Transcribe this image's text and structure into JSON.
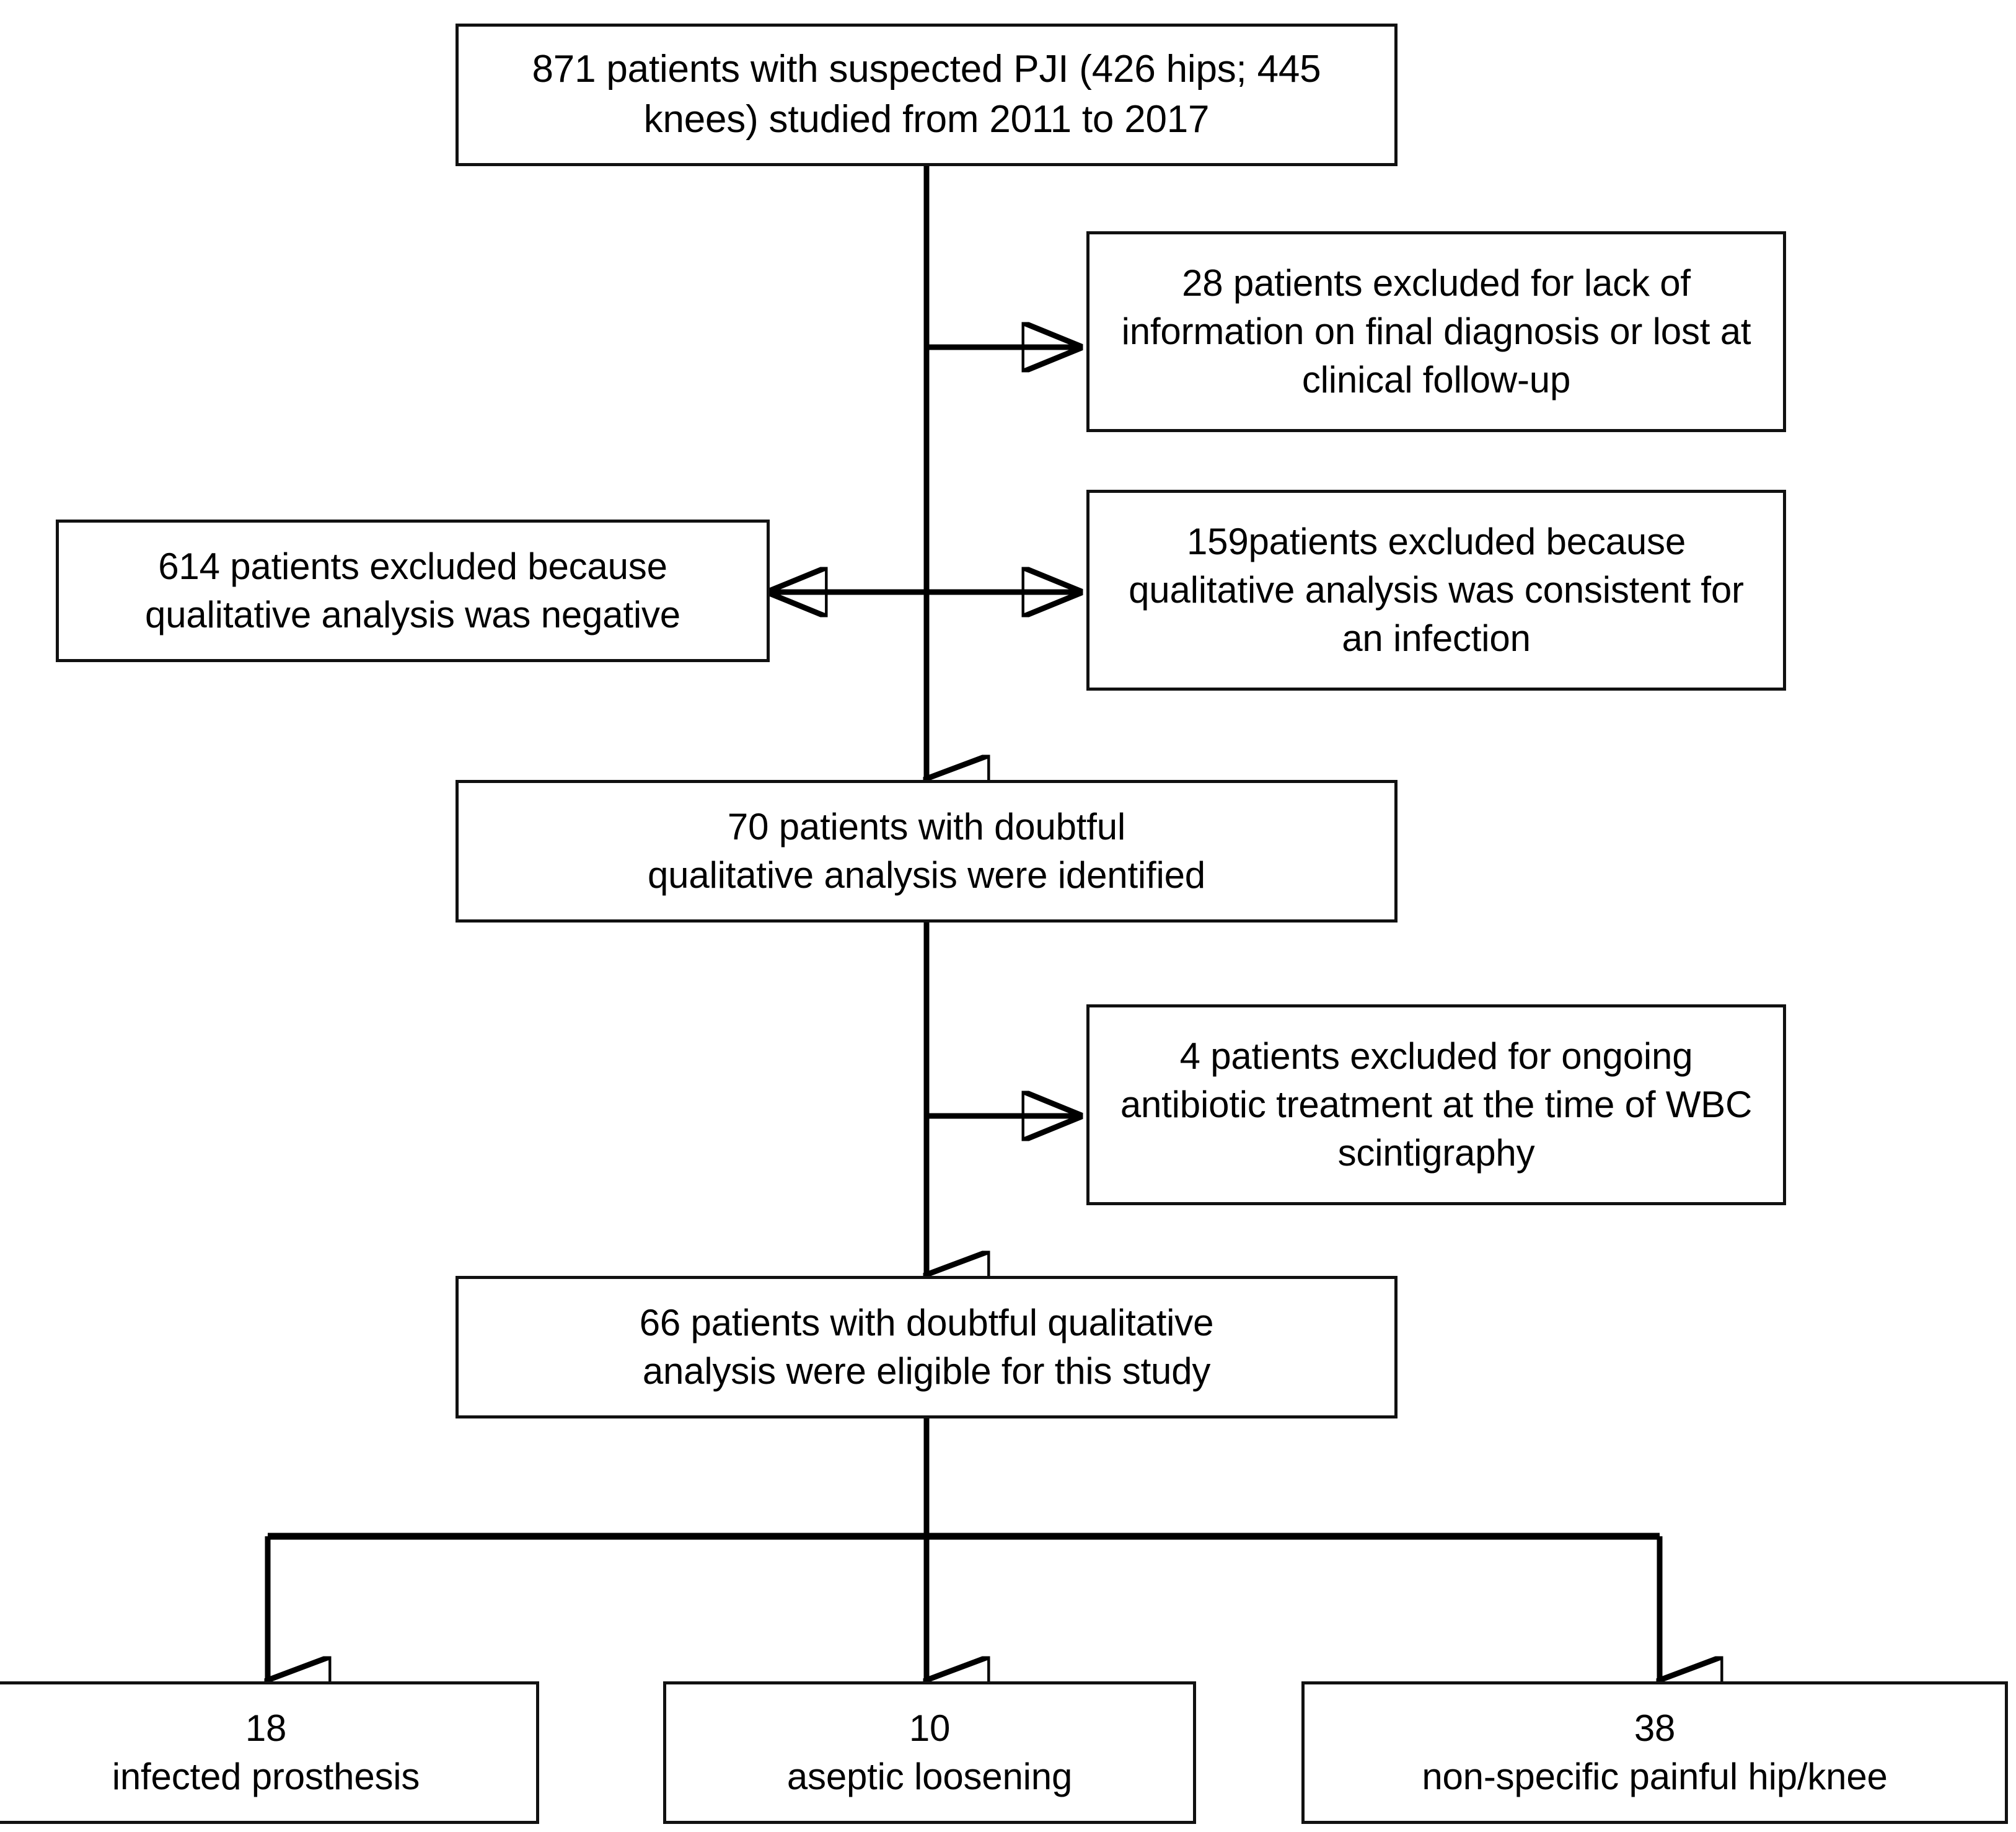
{
  "diagram": {
    "type": "flowchart",
    "title": "Patient selection flow for suspected PJI study",
    "orientation": "top-to-bottom",
    "accent_color": "#000000",
    "box_border_color": "#111111",
    "background_color": "#ffffff",
    "nodes": [
      {
        "id": "cohort",
        "role": "start",
        "text": "871 patients with suspected PJI (426 hips; 445 knees) studied from 2011 to 2017",
        "count": 871
      },
      {
        "id": "excl_info",
        "role": "exclusion",
        "text": "28 patients excluded for lack of information on final diagnosis or lost at clinical follow-up",
        "count": 28
      },
      {
        "id": "excl_negative",
        "role": "exclusion",
        "text": "614 patients excluded  because qualitative analysis was negative",
        "count": 614
      },
      {
        "id": "excl_infection",
        "role": "exclusion",
        "text": "159patients excluded  because qualitative analysis was consistent for an infection",
        "count": 159
      },
      {
        "id": "doubtful_identified",
        "role": "stage",
        "text": "70 patients with doubtful\nqualitative analysis were identified",
        "count": 70
      },
      {
        "id": "excl_antibiotic",
        "role": "exclusion",
        "text": "4 patients excluded  for ongoing antibiotic treatment at the time of WBC scintigraphy",
        "count": 4
      },
      {
        "id": "eligible",
        "role": "stage",
        "text": "66 patients with doubtful qualitative\nanalysis were eligible for this study",
        "count": 66
      },
      {
        "id": "outcome_infected",
        "role": "outcome",
        "count_label": "18",
        "text": "infected prosthesis",
        "count": 18
      },
      {
        "id": "outcome_aseptic",
        "role": "outcome",
        "count_label": "10",
        "text": "aseptic loosening",
        "count": 10
      },
      {
        "id": "outcome_nonspecific",
        "role": "outcome",
        "count_label": "38",
        "text": "non-specific painful hip/knee",
        "count": 38
      }
    ],
    "edges": [
      {
        "from": "cohort",
        "to": "excl_info",
        "direction": "right",
        "arrow": "single"
      },
      {
        "from": "cohort",
        "to": "excl_negative",
        "direction": "left",
        "arrow": "single"
      },
      {
        "from": "cohort",
        "to": "excl_infection",
        "direction": "right",
        "arrow": "single"
      },
      {
        "from": "cohort",
        "to": "doubtful_identified",
        "direction": "down",
        "arrow": "single"
      },
      {
        "from": "doubtful_identified",
        "to": "excl_antibiotic",
        "direction": "right",
        "arrow": "single"
      },
      {
        "from": "doubtful_identified",
        "to": "eligible",
        "direction": "down",
        "arrow": "single"
      },
      {
        "from": "eligible",
        "to": "outcome_infected",
        "direction": "down-left",
        "arrow": "single"
      },
      {
        "from": "eligible",
        "to": "outcome_aseptic",
        "direction": "down",
        "arrow": "single"
      },
      {
        "from": "eligible",
        "to": "outcome_nonspecific",
        "direction": "down-right",
        "arrow": "single"
      }
    ]
  }
}
